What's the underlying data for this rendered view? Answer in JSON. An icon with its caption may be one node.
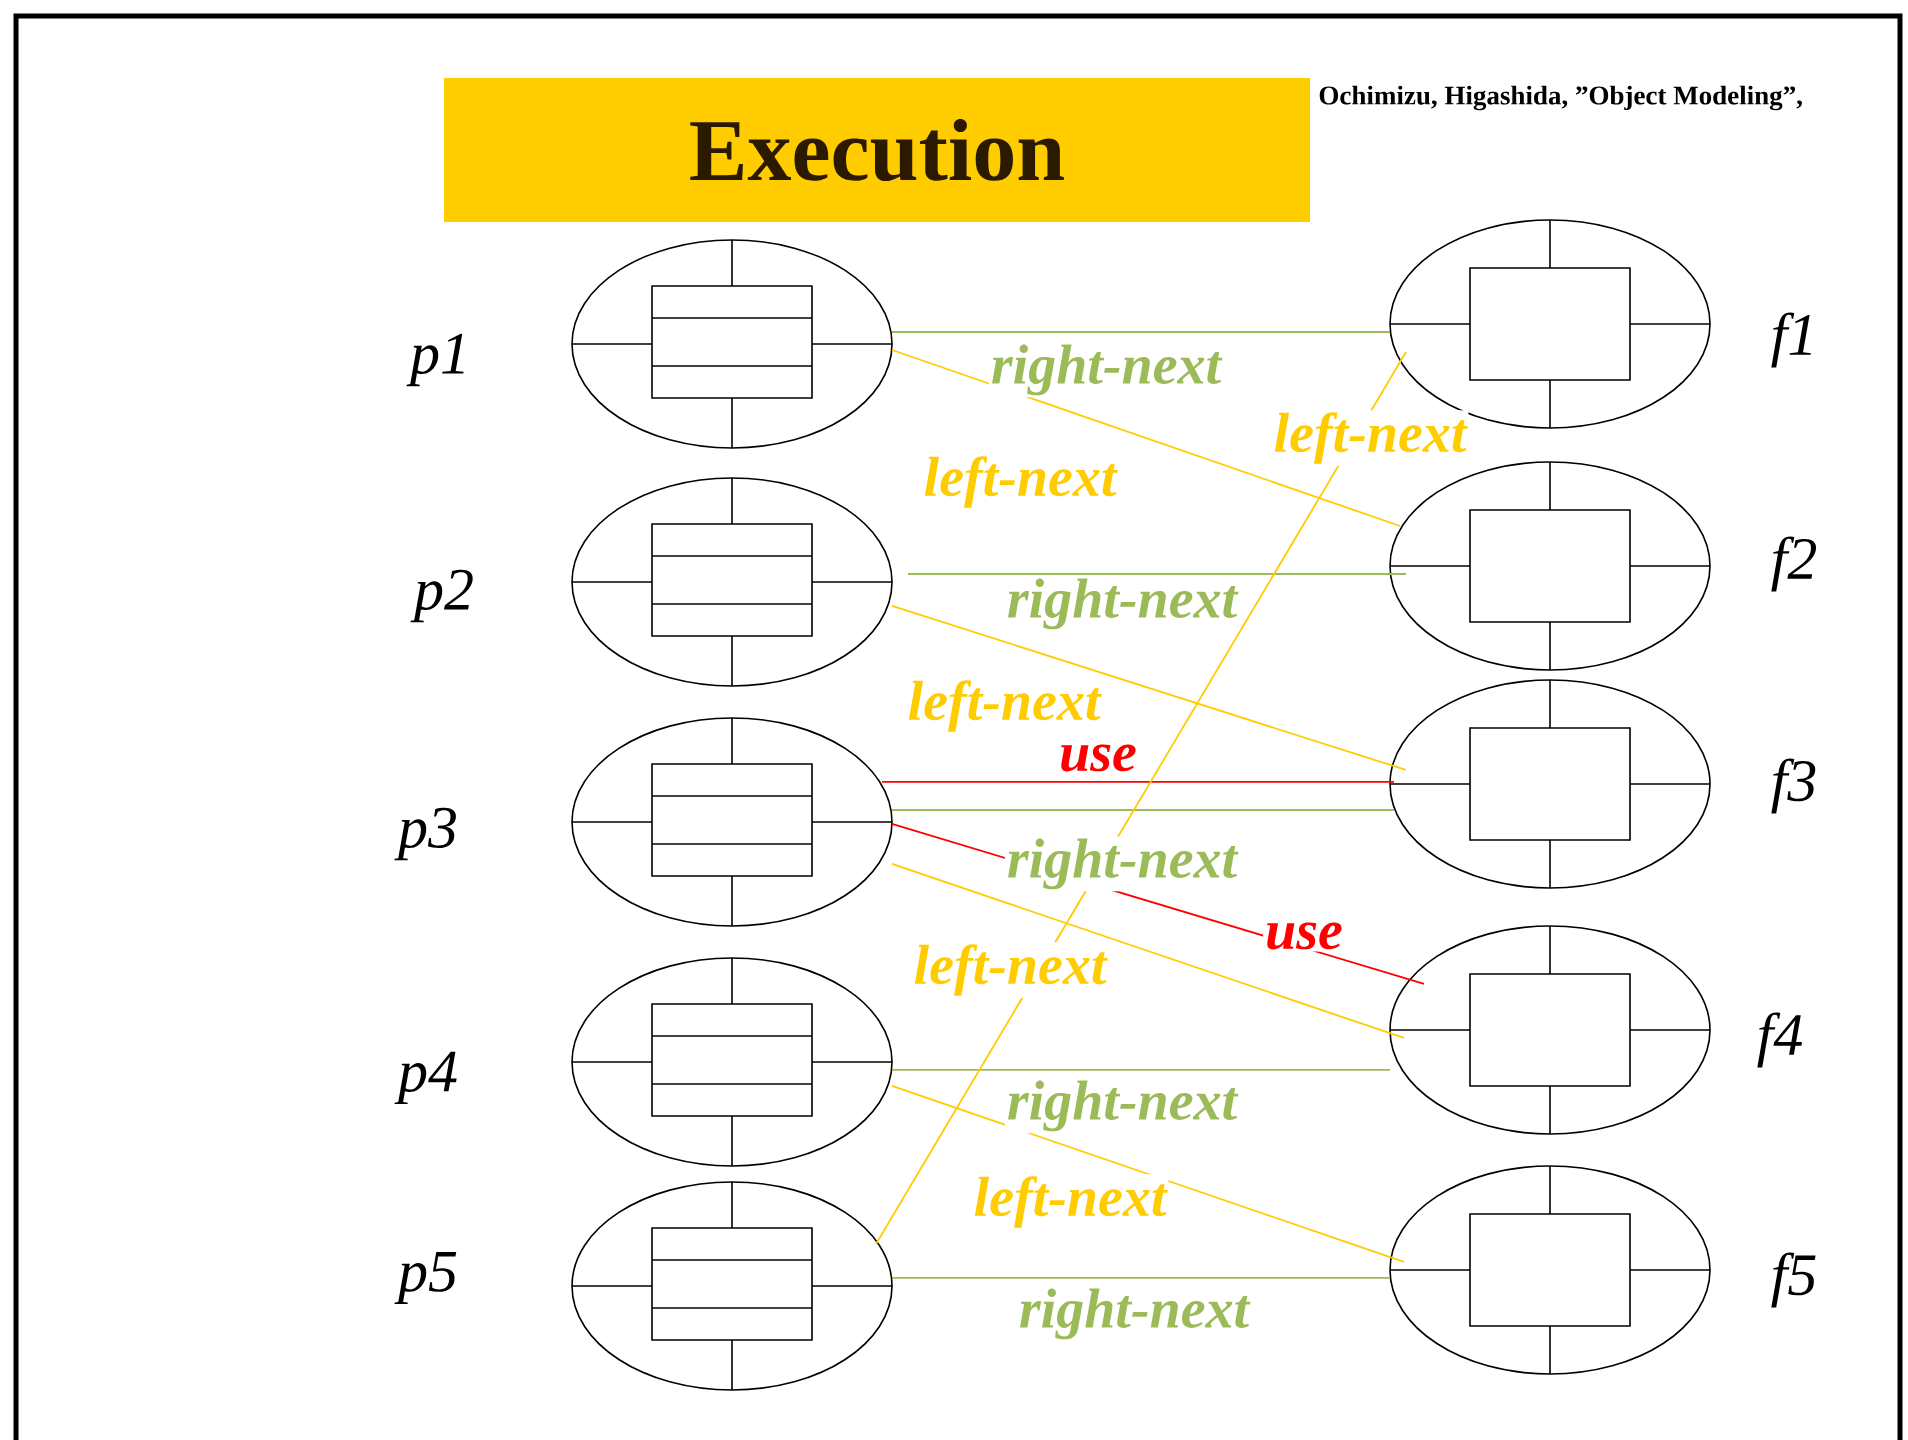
{
  "diagram": {
    "title": "Execution",
    "nodes": [
      {
        "text": [],
        "shape": "ellipse",
        "beside": [
          "p1"
        ]
      },
      {
        "text": [],
        "shape": "ellipse",
        "beside": [
          "p2"
        ]
      },
      {
        "text": [],
        "shape": "ellipse",
        "beside": [
          "p3"
        ]
      },
      {
        "text": [],
        "shape": "ellipse",
        "beside": [
          "p4"
        ]
      },
      {
        "text": [],
        "shape": "ellipse",
        "beside": [
          "p5"
        ]
      },
      {
        "text": [],
        "shape": "ellipse",
        "beside": [
          "f1"
        ]
      },
      {
        "text": [],
        "shape": "ellipse",
        "beside": [
          "f2"
        ]
      },
      {
        "text": [],
        "shape": "ellipse",
        "beside": [
          "f3"
        ]
      },
      {
        "text": [],
        "shape": "ellipse",
        "beside": [
          "f4"
        ]
      },
      {
        "text": [],
        "shape": "ellipse",
        "beside": [
          "f5"
        ]
      }
    ],
    "edges": [
      {
        "from": 0,
        "to": 5,
        "arrow": "none",
        "label": "right-next",
        "color": "#9bbb59"
      },
      {
        "from": 0,
        "to": 6,
        "arrow": "none",
        "label": "left-next",
        "color": "#ffcc00"
      },
      {
        "from": 1,
        "to": 6,
        "arrow": "none",
        "label": "right-next",
        "color": "#9bbb59"
      },
      {
        "from": 1,
        "to": 7,
        "arrow": "none",
        "label": "left-next",
        "color": "#ffcc00"
      },
      {
        "from": 2,
        "to": 7,
        "arrow": "none",
        "label": "use",
        "color": "#ff0000"
      },
      {
        "from": 2,
        "to": 7,
        "arrow": "none",
        "label": "right-next",
        "color": "#9bbb59"
      },
      {
        "from": 2,
        "to": 8,
        "arrow": "none",
        "label": "use",
        "color": "#ff0000"
      },
      {
        "from": 2,
        "to": 8,
        "arrow": "none",
        "label": "left-next",
        "color": "#ffcc00"
      },
      {
        "from": 3,
        "to": 8,
        "arrow": "none",
        "label": "right-next",
        "color": "#9bbb59"
      },
      {
        "from": 3,
        "to": 9,
        "arrow": "none",
        "label": "left-next",
        "color": "#ffcc00"
      },
      {
        "from": 4,
        "to": 9,
        "arrow": "none",
        "label": "right-next",
        "color": "#9bbb59"
      },
      {
        "from": 4,
        "to": 5,
        "arrow": "none",
        "label": "left-next",
        "color": "#ffcc00"
      }
    ],
    "labels": [
      "Ochimizu, Higashida, ”Object Modeling”,"
    ]
  }
}
